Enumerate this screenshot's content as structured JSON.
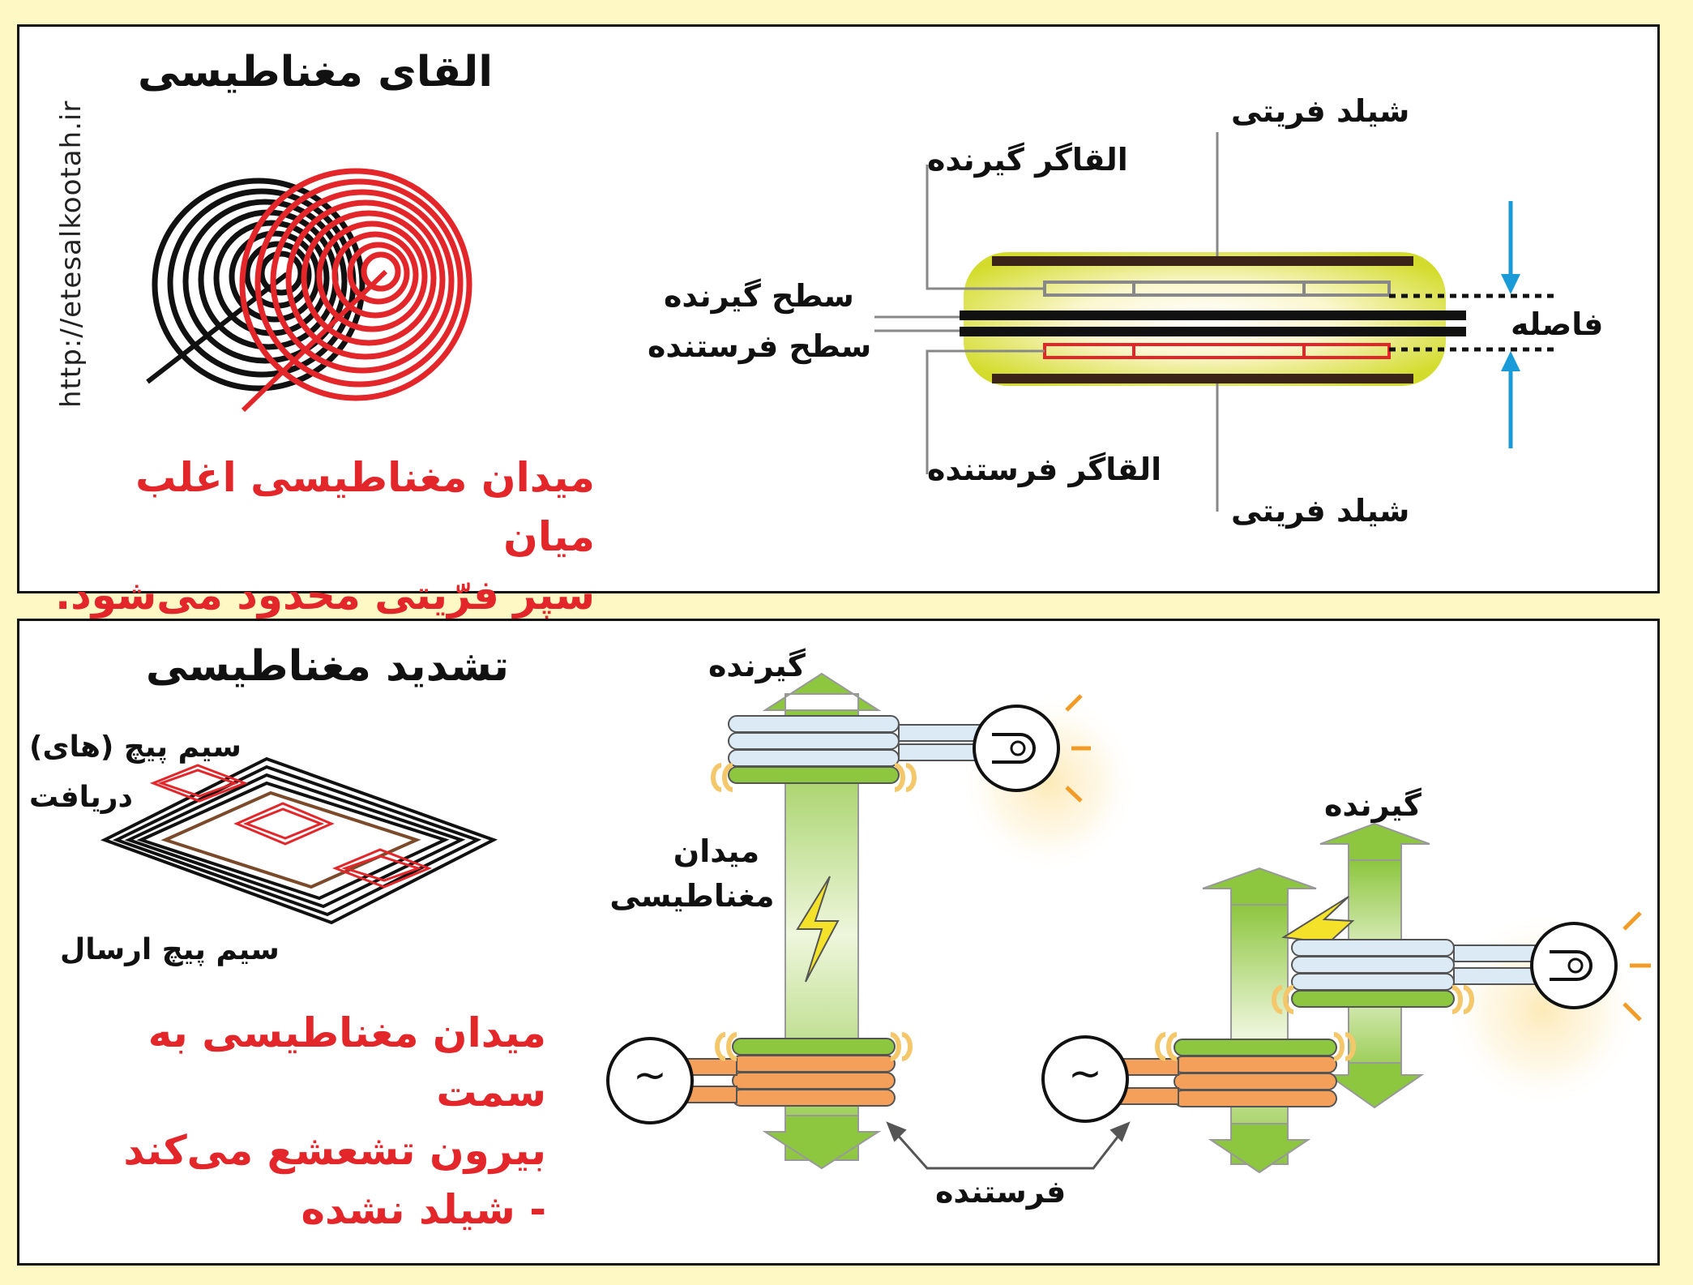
{
  "site_url": "http://etesalkootah.ir",
  "top": {
    "title": "القای مغناطیسی",
    "caption_line1": "میدان مغناطیسی اغلب میان",
    "caption_line2": "سپر فرّیتی محدود می‌شود.",
    "label_receiver_coil": "القاگر گیرنده",
    "label_ferrite_shield_top": "شیلد فریتی",
    "label_receiver_surface": "سطح  گیرنده",
    "label_transmitter_surface": "سطح فرستنده",
    "label_gap": "فاصله",
    "label_transmitter_coil": "القاگر فرستنده",
    "label_ferrite_shield_bottom": "شیلد فریتی"
  },
  "bottom": {
    "title": "تشدید مغناطیسی",
    "label_receive_coils_1": "سیم پیچ (های)",
    "label_receive_coils_2": "دریافت",
    "label_transmit_coil": "سیم پیچ ارسال",
    "caption_line1": "میدان مغناطیسی به سمت",
    "caption_line2": "بیرون تشعشع می‌کند",
    "caption_line3": "- شیلد نشده",
    "label_receiver_left": "گیرنده",
    "label_field_1": "میدان",
    "label_field_2": "مغناطیسی",
    "label_receiver_right": "گیرنده",
    "label_transmitter": "فرستنده",
    "ac_symbol": "~"
  },
  "colors": {
    "background": "#fdf8c4",
    "accent_red": "#e3262a",
    "field_green": "#8dc63f",
    "coil_orange": "#f5a05a",
    "coil_blue": "#dbeaf5",
    "shield_brown": "#3b2417",
    "ferrite_glow": "#d8e03a",
    "gap_arrow": "#1a9ad6"
  }
}
